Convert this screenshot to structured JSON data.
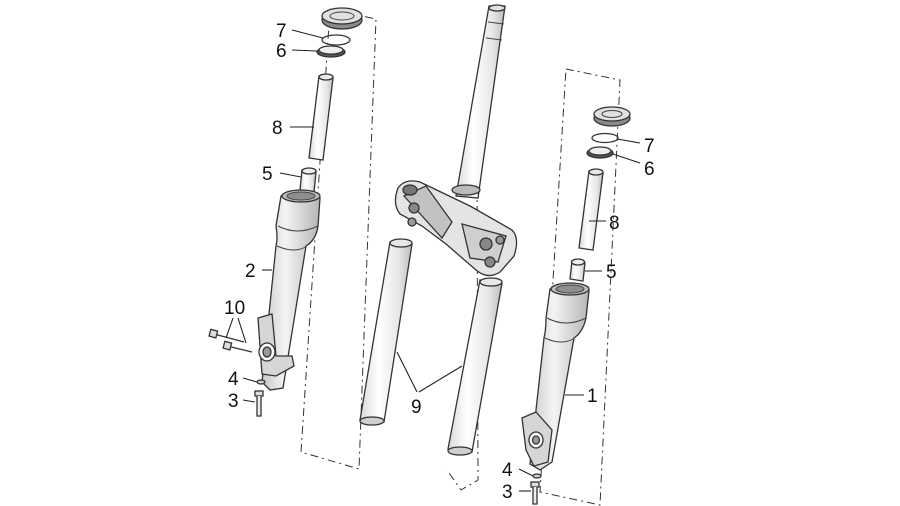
{
  "diagram": {
    "callouts": {
      "l7": "7",
      "l6": "6",
      "l8": "8",
      "l5": "5",
      "l2": "2",
      "l10": "10",
      "l4": "4",
      "l3": "3",
      "r7": "7",
      "r6": "6",
      "r8": "8",
      "r5": "5",
      "r1": "1",
      "r4": "4",
      "r3": "3",
      "c9": "9"
    },
    "colors": {
      "line": "#333333",
      "part_fill": "#f2f2f2",
      "part_shade": "#cfcfcf",
      "dark": "#555555"
    }
  }
}
